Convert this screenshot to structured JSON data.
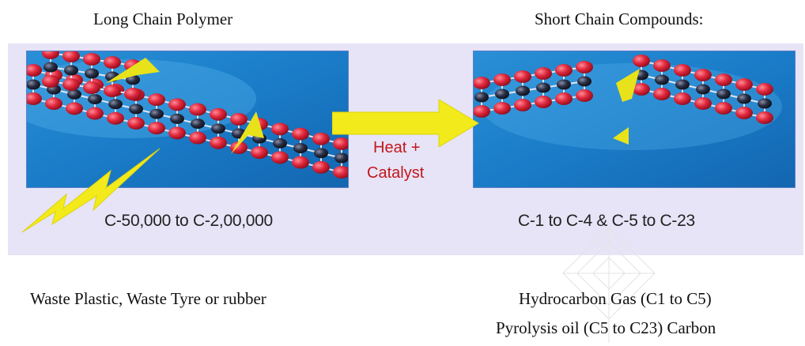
{
  "labels": {
    "left_title": "Long Chain Polymer",
    "right_title": "Short Chain Compounds:",
    "left_range": "C-50,000 to C-2,00,000",
    "right_range": "C-1 to C-4 & C-5 to C-23",
    "process_line1": "Heat +",
    "process_line2": "Catalyst",
    "feedstock": "Waste Plastic, Waste Tyre or rubber",
    "product_line1": "Hydrocarbon Gas (C1 to C5)",
    "product_line2": "Pyrolysis oil (C5 to C23) Carbon"
  },
  "colors": {
    "band": "#e6e4f6",
    "panel_blue": "#1f86d0",
    "atom_red": "#e0283c",
    "atom_dark": "#2a2f45",
    "bond_yellow": "#e8e21a",
    "process_red": "#c4161c"
  }
}
